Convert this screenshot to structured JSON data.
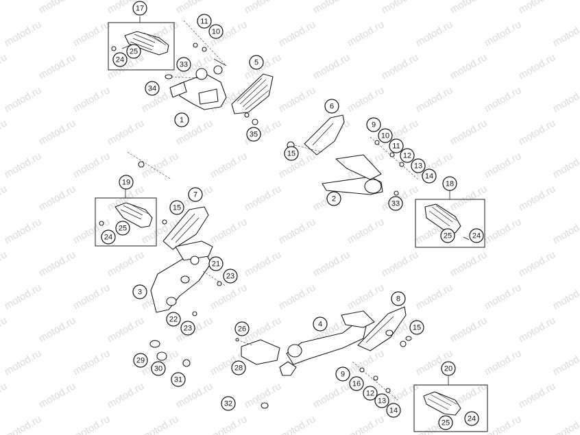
{
  "watermark": "motod.ru",
  "callouts": [
    {
      "id": "c17",
      "label": "17"
    },
    {
      "id": "c11a",
      "label": "11"
    },
    {
      "id": "c10a",
      "label": "10"
    },
    {
      "id": "c25a",
      "label": "25"
    },
    {
      "id": "c24a",
      "label": "24"
    },
    {
      "id": "c33a",
      "label": "33"
    },
    {
      "id": "c5",
      "label": "5"
    },
    {
      "id": "c34",
      "label": "34"
    },
    {
      "id": "c1",
      "label": "1"
    },
    {
      "id": "c35",
      "label": "35"
    },
    {
      "id": "c6",
      "label": "6"
    },
    {
      "id": "c9a",
      "label": "9"
    },
    {
      "id": "c10b",
      "label": "10"
    },
    {
      "id": "c11b",
      "label": "11"
    },
    {
      "id": "c12a",
      "label": "12"
    },
    {
      "id": "c15a",
      "label": "15"
    },
    {
      "id": "c13a",
      "label": "13"
    },
    {
      "id": "c14a",
      "label": "14"
    },
    {
      "id": "c2",
      "label": "2"
    },
    {
      "id": "c33b",
      "label": "33"
    },
    {
      "id": "c18",
      "label": "18"
    },
    {
      "id": "c25b",
      "label": "25"
    },
    {
      "id": "c24b",
      "label": "24"
    },
    {
      "id": "c19",
      "label": "19"
    },
    {
      "id": "c7",
      "label": "7"
    },
    {
      "id": "c15b",
      "label": "15"
    },
    {
      "id": "c25c",
      "label": "25"
    },
    {
      "id": "c24c",
      "label": "24"
    },
    {
      "id": "c21",
      "label": "21"
    },
    {
      "id": "c23a",
      "label": "23"
    },
    {
      "id": "c3",
      "label": "3"
    },
    {
      "id": "c22",
      "label": "22"
    },
    {
      "id": "c23b",
      "label": "23"
    },
    {
      "id": "c8",
      "label": "8"
    },
    {
      "id": "c4",
      "label": "4"
    },
    {
      "id": "c15c",
      "label": "15"
    },
    {
      "id": "c26",
      "label": "26"
    },
    {
      "id": "c28",
      "label": "28"
    },
    {
      "id": "c29",
      "label": "29"
    },
    {
      "id": "c30",
      "label": "30"
    },
    {
      "id": "c31",
      "label": "31"
    },
    {
      "id": "c9b",
      "label": "9"
    },
    {
      "id": "c16",
      "label": "16"
    },
    {
      "id": "c12b",
      "label": "12"
    },
    {
      "id": "c13b",
      "label": "13"
    },
    {
      "id": "c14b",
      "label": "14"
    },
    {
      "id": "c32",
      "label": "32"
    },
    {
      "id": "c20",
      "label": "20"
    },
    {
      "id": "c25d",
      "label": "25"
    },
    {
      "id": "c24d",
      "label": "24"
    }
  ]
}
